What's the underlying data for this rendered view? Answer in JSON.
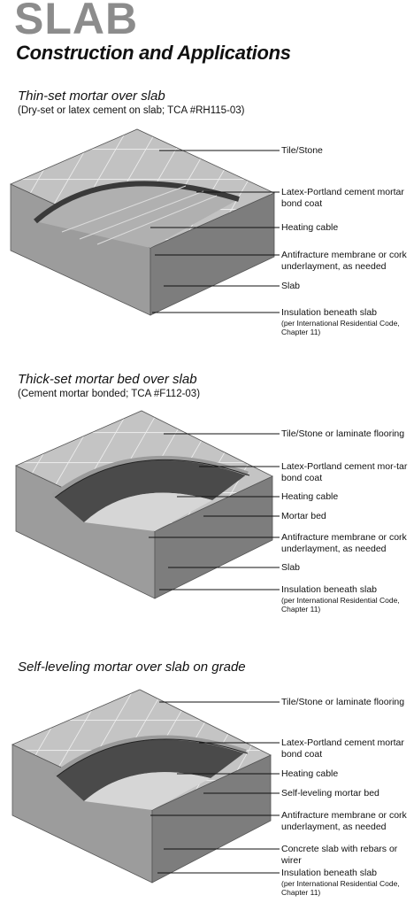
{
  "header": {
    "title": "SLAB",
    "subtitle": "Construction and Applications"
  },
  "sections": [
    {
      "title": "Thin-set mortar over slab",
      "subtitle": "(Dry-set or latex cement on slab; TCA #RH115-03)",
      "labels": [
        {
          "text": "Tile/Stone",
          "note": ""
        },
        {
          "text": "Latex-Portland cement mortar bond coat",
          "note": ""
        },
        {
          "text": "Heating cable",
          "note": ""
        },
        {
          "text": "Antifracture membrane or cork underlayment, as needed",
          "note": ""
        },
        {
          "text": "Slab",
          "note": ""
        },
        {
          "text": "Insulation beneath slab",
          "note": "(per International Residential Code, Chapter 11)"
        }
      ]
    },
    {
      "title": "Thick-set mortar bed over slab",
      "subtitle": "(Cement mortar bonded; TCA #F112-03)",
      "labels": [
        {
          "text": "Tile/Stone or laminate flooring",
          "note": ""
        },
        {
          "text": "Latex-Portland cement mor-tar bond coat",
          "note": ""
        },
        {
          "text": "Heating cable",
          "note": ""
        },
        {
          "text": "Mortar bed",
          "note": ""
        },
        {
          "text": "Antifracture membrane or cork underlayment, as needed",
          "note": ""
        },
        {
          "text": "Slab",
          "note": ""
        },
        {
          "text": "Insulation beneath slab",
          "note": "(per International Residential Code, Chapter 11)"
        }
      ]
    },
    {
      "title": "Self-leveling mortar over slab on grade",
      "subtitle": "",
      "labels": [
        {
          "text": "Tile/Stone or laminate flooring",
          "note": ""
        },
        {
          "text": "Latex-Portland cement mortar bond coat",
          "note": ""
        },
        {
          "text": "Heating cable",
          "note": ""
        },
        {
          "text": "Self-leveling mortar bed",
          "note": ""
        },
        {
          "text": "Antifracture membrane or cork underlayment, as needed",
          "note": ""
        },
        {
          "text": "Concrete slab with rebars or wirer",
          "note": ""
        },
        {
          "text": "Insulation beneath slab",
          "note": "(per International Residential Code, Chapter 11)"
        }
      ]
    }
  ],
  "colors": {
    "title_gray": "#8c8c8c",
    "tile_light": "#c4c4c4",
    "tile_dark": "#a6a6a6",
    "slab_front": "#9a9a9a",
    "slab_side": "#7a7a7a",
    "mortar_dark": "#4a4a4a",
    "line": "#111111"
  }
}
